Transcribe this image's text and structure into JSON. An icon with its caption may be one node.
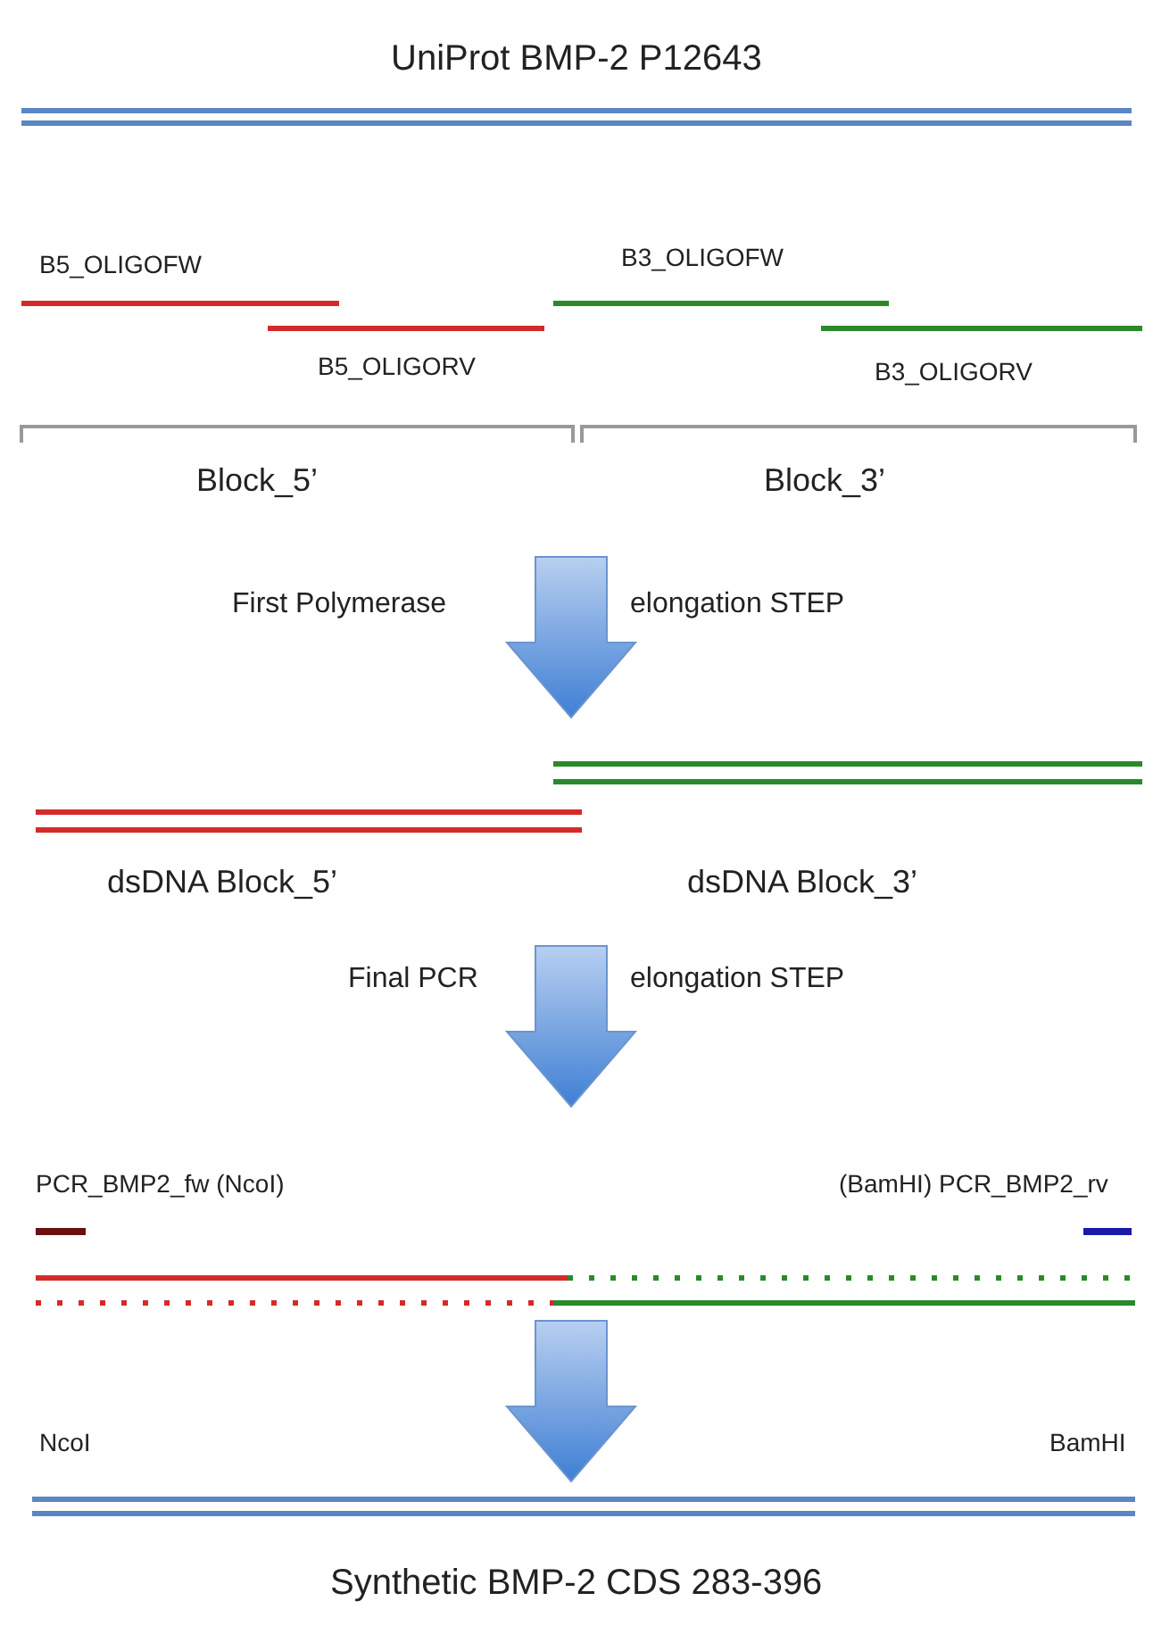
{
  "diagram": {
    "title": "UniProt BMP-2 P12643",
    "caption": "Synthetic BMP-2 CDS 283-396",
    "labels": [
      "B5_OLIGOFW",
      "B3_OLIGOFW",
      "B5_OLIGORV",
      "B3_OLIGORV",
      "Block_5’",
      "Block_3’",
      "First Polymerase",
      "elongation STEP",
      "dsDNA Block_5’",
      "dsDNA Block_3’",
      "Final PCR",
      "elongation STEP",
      "PCR_BMP2_fw (NcoI)",
      "(BamHI) PCR_BMP2_rv",
      "NcoI",
      "BamHI"
    ]
  }
}
